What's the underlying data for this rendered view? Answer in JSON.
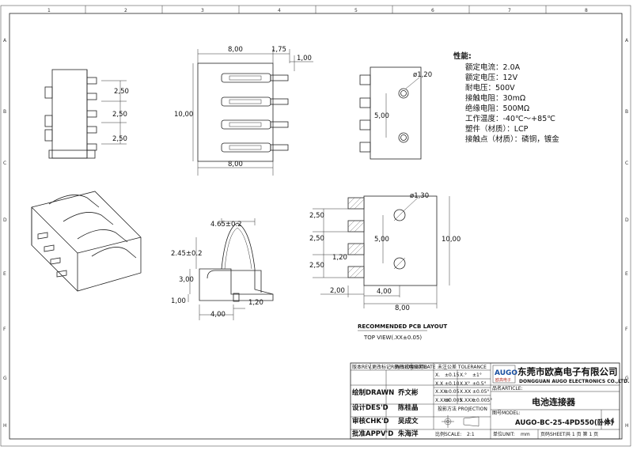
{
  "frame": {
    "col_labels": [
      "1",
      "2",
      "3",
      "4",
      "5",
      "6",
      "7",
      "8"
    ],
    "row_labels": [
      "A",
      "B",
      "C",
      "D",
      "E",
      "F",
      "G",
      "H"
    ]
  },
  "dims": {
    "top_left": [
      "2,50",
      "2,50",
      "2,50"
    ],
    "front_width_top": "8,00",
    "front_ext": "1,75",
    "front_lead": "1,00",
    "front_height": "10,00",
    "front_width_bottom": "8,00",
    "side_hole": "ø1,20",
    "side_pitch": "5,00",
    "section_width": "4.65±0.2",
    "section_height": "2.45±0.2",
    "section_3": "3,00",
    "section_1": "1,00",
    "section_1_20": "1,20",
    "section_4": "4,00",
    "pcb_hole": "ø1,30",
    "pcb_pitch": [
      "2,50",
      "2,50",
      "2,50"
    ],
    "pcb_1_20": "1,20",
    "pcb_5": "5,00",
    "pcb_10": "10,00",
    "pcb_2": "2,00",
    "pcb_4": "4,00",
    "pcb_8": "8,00"
  },
  "pcb_caption": {
    "line1": "RECOMMENDED PCB LAYOUT",
    "line2": "TOP VIEW(.XX±0.05)"
  },
  "specs": {
    "heading": "性能:",
    "lines": [
      "额定电流：2.0A",
      "额定电压：12V",
      "耐电压：500V",
      "接触电阻：30mΩ",
      "绝缘电阻：500MΩ",
      "工作温度：-40℃～+85℃",
      "塑件（材质）：LCP",
      "接触点（材质）：磷铜，镀金"
    ]
  },
  "title_block": {
    "rev_header": "版本REV.",
    "rev_mark": "更改标记REVISION",
    "rev_note": "更改说明NOTE",
    "date": "日期DATE",
    "tolerance_header": "未注公差 TOLERANCE",
    "tol_rows": [
      [
        "X.",
        "±0.15",
        "X.°",
        "±1°"
      ],
      [
        "X.X",
        "±0.10",
        "X.X°",
        "±0.5°"
      ],
      [
        "X.XX",
        "±0.05",
        "X.XX",
        "±0.05°"
      ],
      [
        "X.XXX",
        "±0.005",
        "X.XXX",
        "±0.005°"
      ]
    ],
    "projection": "投影方法 PROJECTION",
    "logo_main": "AUGO",
    "logo_sub": "欧高电子",
    "company_cn": "东莞市欧高电子有限公司",
    "company_en": "DONGGUAN AUGO ELECTRONICS CO.,LTD.",
    "article_label": "品名ARTICLE:",
    "article": "电池连接器",
    "model_label": "图号MODEL:",
    "model": "AUGO-BC-25-4PD550(卧体)",
    "size": "A4",
    "people": [
      {
        "role": "绘制DRAWN",
        "name": "乔文彬"
      },
      {
        "role": "设计DES'D",
        "name": "陈桂晶"
      },
      {
        "role": "审核CHK'D",
        "name": "吴成文"
      },
      {
        "role": "批准APPV'D",
        "name": "朱海洋"
      }
    ],
    "scale_label": "比例SCALE:",
    "scale": "2:1",
    "unit_label": "单位UNIT:",
    "unit": "mm",
    "sheet_label": "页码SHEET:",
    "sheet": "共 1 页  第 1 页"
  }
}
